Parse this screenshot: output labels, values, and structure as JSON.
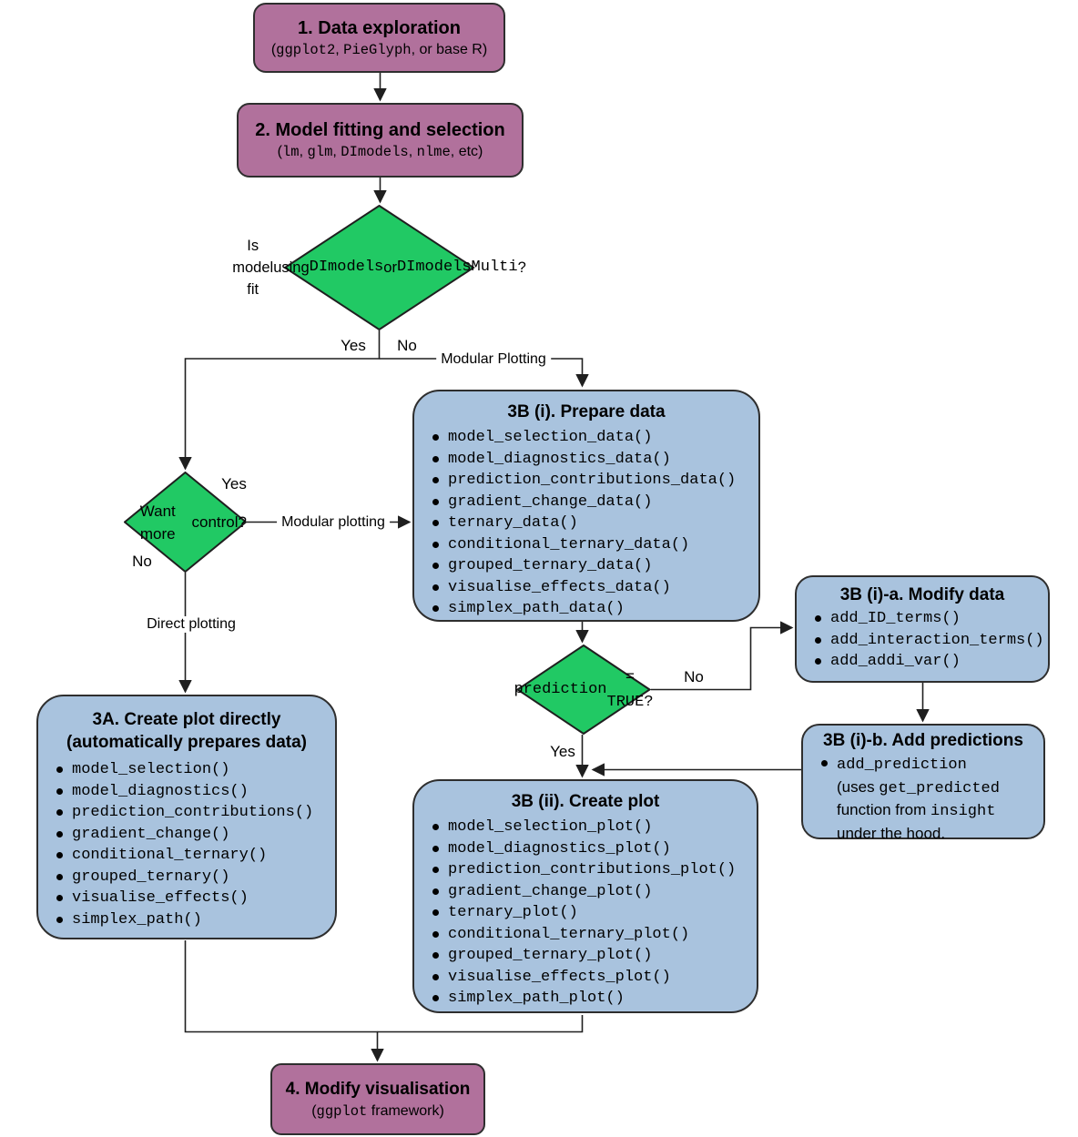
{
  "colors": {
    "purple": "#b1719c",
    "green": "#21c964",
    "blue": "#a9c3de",
    "line": "#1f1f1f",
    "border": "#2e2e2e",
    "text": "#000000"
  },
  "nodes": {
    "data_exploration": {
      "title": "1. Data exploration",
      "subtitle_runs": [
        {
          "t": "(",
          "m": false
        },
        {
          "t": "ggplot2",
          "m": true
        },
        {
          "t": ", ",
          "m": false
        },
        {
          "t": "PieGlyph",
          "m": true
        },
        {
          "t": ", or base R)",
          "m": false
        }
      ]
    },
    "model_fitting": {
      "title": "2. Model fitting and selection",
      "subtitle_runs": [
        {
          "t": "(",
          "m": false
        },
        {
          "t": "lm",
          "m": true
        },
        {
          "t": ", ",
          "m": false
        },
        {
          "t": "glm",
          "m": true
        },
        {
          "t": ", ",
          "m": false
        },
        {
          "t": "DImodels",
          "m": true
        },
        {
          "t": ", ",
          "m": false
        },
        {
          "t": "nlme",
          "m": true
        },
        {
          "t": ", etc)",
          "m": false
        }
      ]
    },
    "is_dimodels_decision": {
      "text_runs": [
        {
          "t": "Is model fit",
          "m": false
        },
        {
          "br": true
        },
        {
          "t": "using ",
          "m": false
        },
        {
          "t": "DImodels",
          "m": true
        },
        {
          "t": " or",
          "m": false
        },
        {
          "br": true
        },
        {
          "t": "DImodelsMulti",
          "m": true
        },
        {
          "t": "?",
          "m": false
        }
      ]
    },
    "want_more_control_decision": {
      "text_runs": [
        {
          "t": "Want more",
          "m": false
        },
        {
          "br": true
        },
        {
          "t": "control?",
          "m": false
        }
      ]
    },
    "prepare_data": {
      "title": "3B (i). Prepare data",
      "items": [
        "model_selection_data()",
        "model_diagnostics_data()",
        "prediction_contributions_data()",
        "gradient_change_data()",
        "ternary_data()",
        "conditional_ternary_data()",
        "grouped_ternary_data()",
        "visualise_effects_data()",
        "simplex_path_data()"
      ]
    },
    "create_plot_directly": {
      "title_line1": "3A. Create plot directly",
      "title_line2": "(automatically prepares data)",
      "items": [
        "model_selection()",
        "model_diagnostics()",
        "prediction_contributions()",
        "gradient_change()",
        "conditional_ternary()",
        "grouped_ternary()",
        "visualise_effects()",
        "simplex_path()"
      ]
    },
    "prediction_true_decision": {
      "text_runs": [
        {
          "t": "prediction",
          "m": true
        },
        {
          "br": true
        },
        {
          "t": "= TRUE?",
          "m": true
        }
      ]
    },
    "modify_data": {
      "title": "3B (i)-a. Modify data",
      "items": [
        "add_ID_terms()",
        "add_interaction_terms()",
        "add_addi_var()"
      ]
    },
    "add_predictions": {
      "title": "3B (i)-b. Add predictions",
      "item_runs": [
        {
          "t": "add_prediction",
          "m": true
        },
        {
          "br": true
        },
        {
          "t": "(uses ",
          "m": false
        },
        {
          "t": "get_predicted",
          "m": true
        },
        {
          "br": true
        },
        {
          "t": "function from ",
          "m": false
        },
        {
          "t": "insight",
          "m": true
        },
        {
          "br": true
        },
        {
          "t": "under the hood.",
          "m": false
        }
      ]
    },
    "create_plot": {
      "title": "3B (ii). Create plot",
      "items": [
        "model_selection_plot()",
        "model_diagnostics_plot()",
        "prediction_contributions_plot()",
        "gradient_change_plot()",
        "ternary_plot()",
        "conditional_ternary_plot()",
        "grouped_ternary_plot()",
        "visualise_effects_plot()",
        "simplex_path_plot()"
      ]
    },
    "modify_visualisation": {
      "title": "4. Modify visualisation",
      "subtitle_runs": [
        {
          "t": "(",
          "m": false
        },
        {
          "t": "ggplot",
          "m": true
        },
        {
          "t": " framework)",
          "m": false
        }
      ]
    }
  },
  "edge_labels": {
    "yes1": "Yes",
    "no1": "No",
    "modular_plotting_top": "Modular Plotting",
    "yes2": "Yes",
    "modular_plotting_mid": "Modular plotting",
    "no2": "No",
    "direct_plotting": "Direct plotting",
    "no3": "No",
    "yes3": "Yes"
  }
}
